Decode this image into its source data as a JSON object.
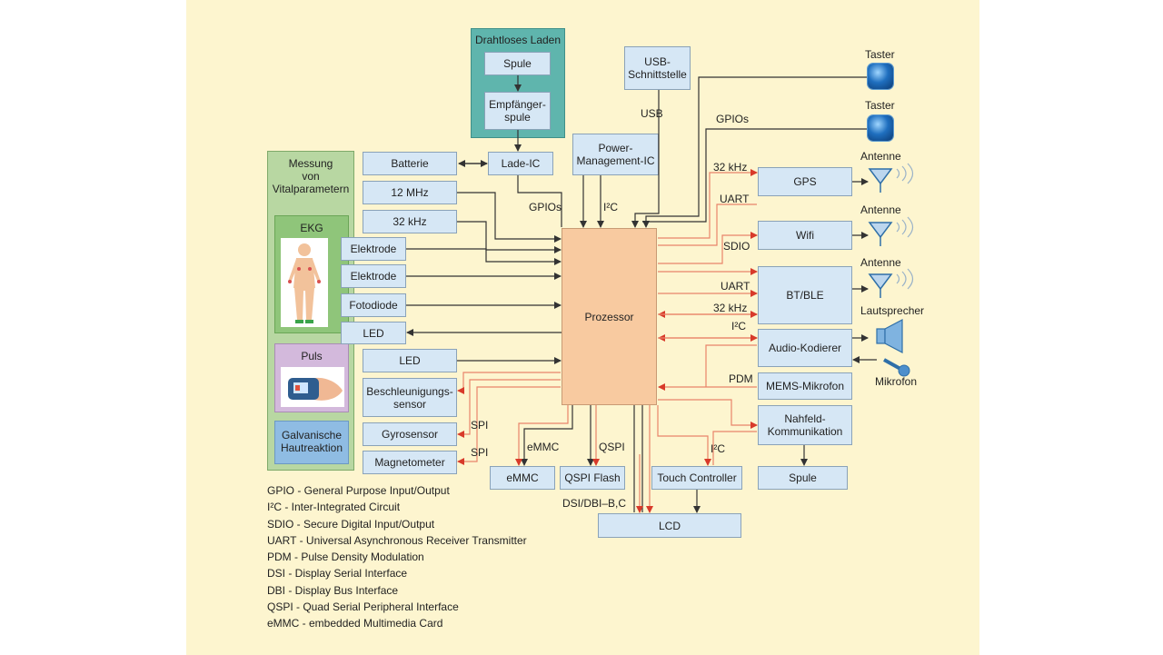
{
  "panels": {
    "wireless_charging": {
      "title": "Drahtloses Laden",
      "items": [
        "Spule",
        "Empfänger-\nspule"
      ]
    },
    "vital": {
      "title": "Messung\nvon\nVitalparametern"
    },
    "ekg": {
      "title": "EKG"
    },
    "puls": {
      "title": "Puls"
    },
    "galvanic": {
      "title": "Galvanische\nHautreaktion"
    }
  },
  "boxes": {
    "usb": "USB-\nSchnittstelle",
    "power": "Power-\nManagement-IC",
    "lade": "Lade-IC",
    "batterie": "Batterie",
    "mhz12": "12 MHz",
    "khz32": "32 kHz",
    "elektrode1": "Elektrode",
    "elektrode2": "Elektrode",
    "fotodiode": "Fotodiode",
    "led1": "LED",
    "led2": "LED",
    "beschl": "Beschleunigungs-\nsensor",
    "gyro": "Gyrosensor",
    "magneto": "Magnetometer",
    "prozessor": "Prozessor",
    "gps": "GPS",
    "wifi": "Wifi",
    "btble": "BT/BLE",
    "audio": "Audio-Kodierer",
    "mems": "MEMS-Mikrofon",
    "nfc": "Nahfeld-\nKommunikation",
    "spule2": "Spule",
    "emmc": "eMMC",
    "qspi": "QSPI Flash",
    "touch": "Touch Controller",
    "lcd": "LCD"
  },
  "labels": {
    "taster1": "Taster",
    "taster2": "Taster",
    "antenne1": "Antenne",
    "antenne2": "Antenne",
    "antenne3": "Antenne",
    "lautsprecher": "Lautsprecher",
    "mikrofon": "Mikrofon",
    "usb_bus": "USB",
    "gpios_top": "GPIOs",
    "gpios_left": "GPIOs",
    "i2c_top": "I²C",
    "khz32_gps": "32 kHz",
    "uart_gps": "UART",
    "sdio": "SDIO",
    "uart_bt": "UART",
    "khz32_bt": "32 kHz",
    "i2c_audio": "I²C",
    "pdm": "PDM",
    "spi1": "SPI",
    "spi2": "SPI",
    "emmc_bus": "eMMC",
    "qspi_bus": "QSPI",
    "i2c_touch": "I²C",
    "dsi": "DSI/DBI–B,C"
  },
  "legend": [
    "GPIO - General Purpose Input/Output",
    "I²C - Inter-Integrated Circuit",
    "SDIO - Secure Digital Input/Output",
    "UART - Universal Asynchronous Receiver Transmitter",
    "PDM - Pulse Density Modulation",
    "DSI - Display Serial Interface",
    "DBI - Display Bus Interface",
    "QSPI - Quad Serial Peripheral Interface",
    "eMMC - embedded Multimedia Card"
  ],
  "colors": {
    "background": "#fdf5cf",
    "box": "#d6e7f5",
    "processor": "#f8caa0",
    "wireless_panel": "#5fb5ad",
    "vital_panel": "#b8d7a2",
    "ekg_panel": "#8fc57a",
    "puls_panel": "#d3b9dc",
    "galvanic_panel": "#8fbce3",
    "bus_orange": "#e9846a",
    "bus_gray": "#333333"
  }
}
